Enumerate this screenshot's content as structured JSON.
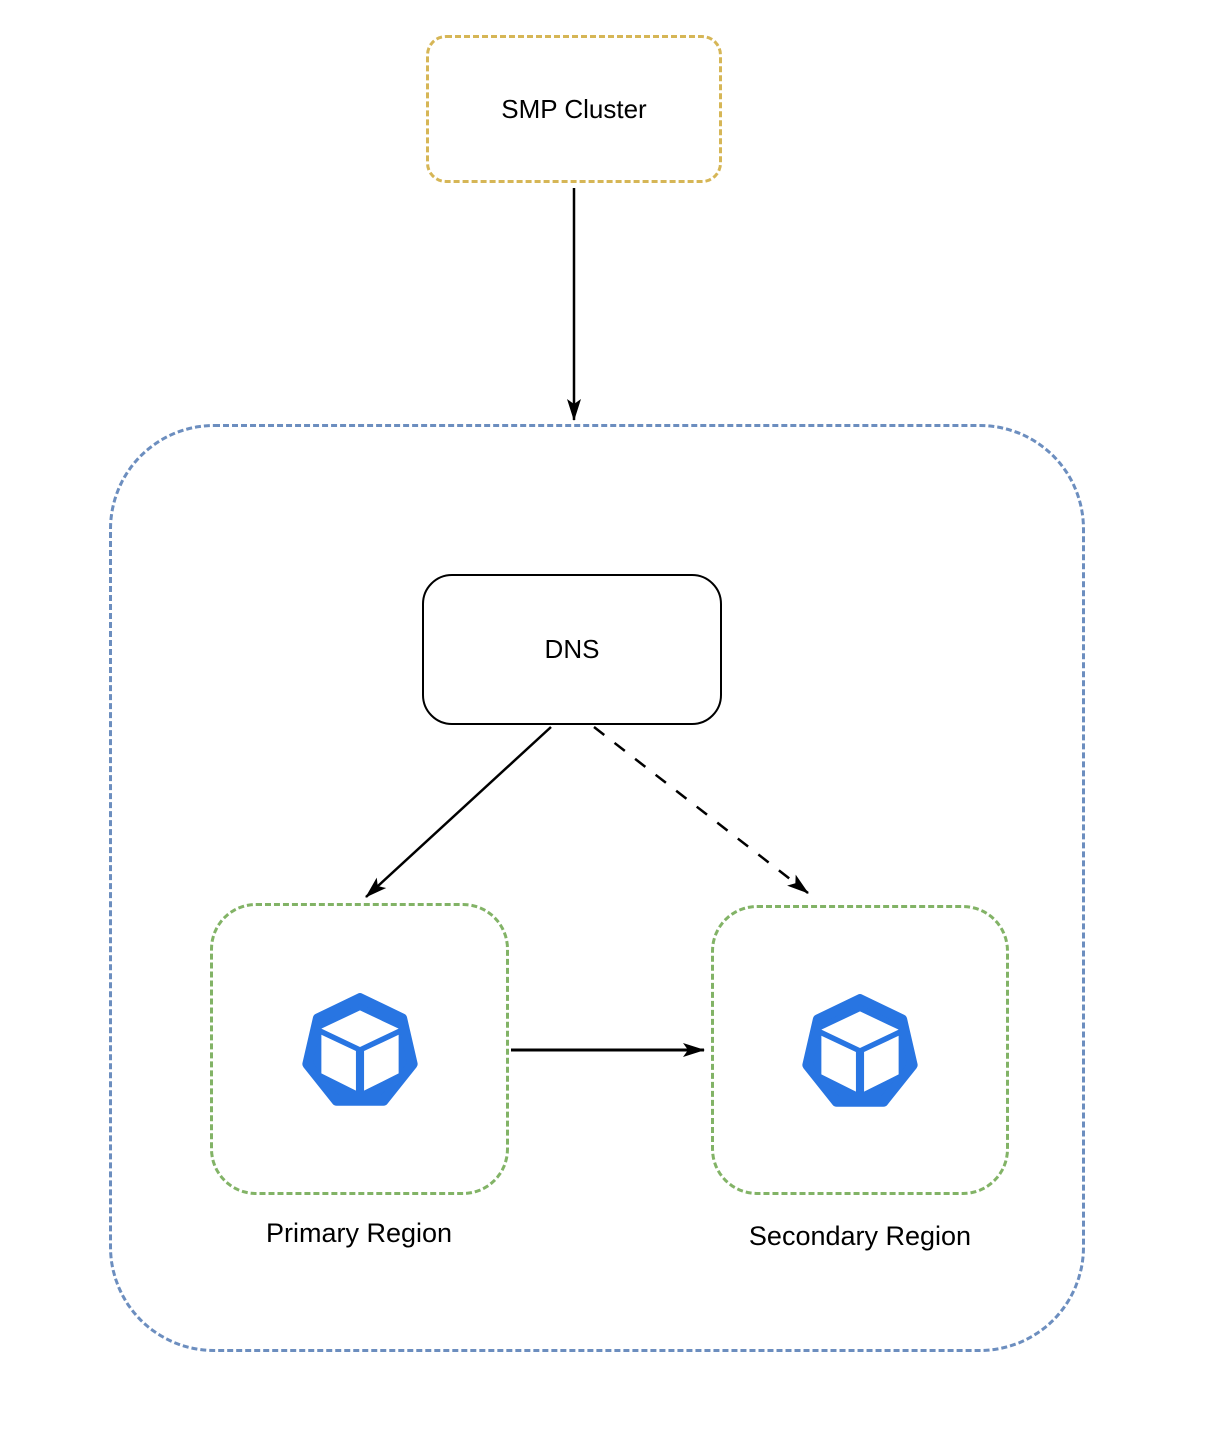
{
  "diagram": {
    "nodes": {
      "smp_cluster": {
        "label": "SMP Cluster",
        "border_color": "#d6b656",
        "border_style": "dashed",
        "shape": "rounded-rect"
      },
      "region_container": {
        "label": "",
        "border_color": "#6c8ebf",
        "border_style": "dashed",
        "shape": "rounded-rect"
      },
      "dns": {
        "label": "DNS",
        "border_color": "#000000",
        "border_style": "solid",
        "shape": "rounded-rect"
      },
      "primary_region": {
        "label": "Primary Region",
        "border_color": "#82b366",
        "border_style": "dashed",
        "shape": "rounded-rect",
        "icon": "kubernetes-cluster-icon"
      },
      "secondary_region": {
        "label": "Secondary Region",
        "border_color": "#82b366",
        "border_style": "dashed",
        "shape": "rounded-rect",
        "icon": "kubernetes-cluster-icon"
      }
    },
    "edges": [
      {
        "from": "smp_cluster",
        "to": "region_container",
        "style": "solid",
        "arrow": "end"
      },
      {
        "from": "dns",
        "to": "primary_region",
        "style": "solid",
        "arrow": "end"
      },
      {
        "from": "dns",
        "to": "secondary_region",
        "style": "dashed",
        "arrow": "end"
      },
      {
        "from": "primary_region",
        "to": "secondary_region",
        "style": "solid",
        "arrow": "end"
      }
    ],
    "colors": {
      "background": "#ffffff",
      "arrow": "#000000",
      "text": "#000000",
      "icon_blue": "#2875e2",
      "icon_cube": "#ffffff"
    }
  }
}
